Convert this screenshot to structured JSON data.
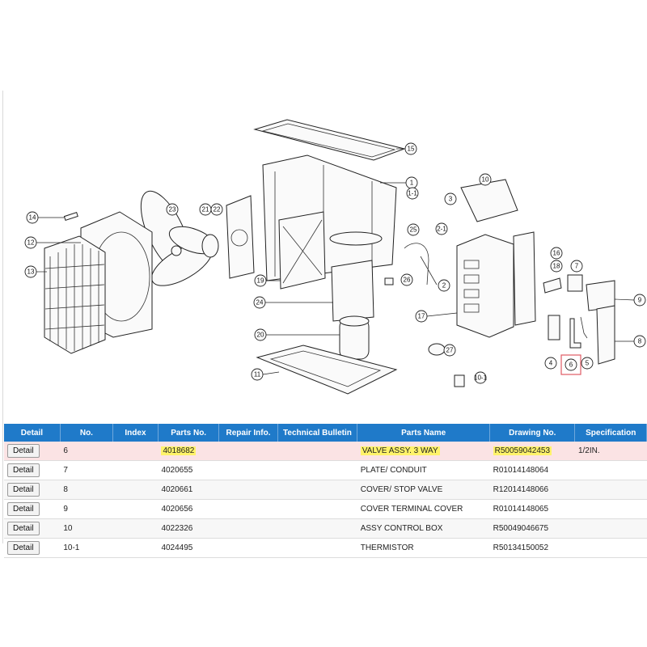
{
  "diagram": {
    "callouts": [
      {
        "label": "15"
      },
      {
        "label": "1"
      },
      {
        "label": "10"
      },
      {
        "label": "1-1"
      },
      {
        "label": "3"
      },
      {
        "label": "2-1"
      },
      {
        "label": "23"
      },
      {
        "label": "21"
      },
      {
        "label": "22"
      },
      {
        "label": "14"
      },
      {
        "label": "12"
      },
      {
        "label": "13"
      },
      {
        "label": "25"
      },
      {
        "label": "19"
      },
      {
        "label": "2"
      },
      {
        "label": "26"
      },
      {
        "label": "16"
      },
      {
        "label": "18"
      },
      {
        "label": "7"
      },
      {
        "label": "9"
      },
      {
        "label": "24"
      },
      {
        "label": "17"
      },
      {
        "label": "20"
      },
      {
        "label": "27"
      },
      {
        "label": "8"
      },
      {
        "label": "4"
      },
      {
        "label": "6"
      },
      {
        "label": "5"
      },
      {
        "label": "11"
      },
      {
        "label": "10-1"
      }
    ]
  },
  "table": {
    "headers": [
      "Detail",
      "No.",
      "Index",
      "Parts No.",
      "Repair Info.",
      "Technical Bulletin",
      "Parts Name",
      "Drawing No.",
      "Specification"
    ],
    "detail_label": "Detail",
    "rows": [
      {
        "no": "6",
        "index": "",
        "parts_no": "4018682",
        "repair": "",
        "bulletin": "",
        "name": "VALVE ASSY. 3 WAY",
        "drawing": "R50059042453",
        "spec": "1/2IN."
      },
      {
        "no": "7",
        "index": "",
        "parts_no": "4020655",
        "repair": "",
        "bulletin": "",
        "name": "PLATE/ CONDUIT",
        "drawing": "R01014148064",
        "spec": ""
      },
      {
        "no": "8",
        "index": "",
        "parts_no": "4020661",
        "repair": "",
        "bulletin": "",
        "name": "COVER/ STOP VALVE",
        "drawing": "R12014148066",
        "spec": ""
      },
      {
        "no": "9",
        "index": "",
        "parts_no": "4020656",
        "repair": "",
        "bulletin": "",
        "name": "COVER TERMINAL COVER",
        "drawing": "R01014148065",
        "spec": ""
      },
      {
        "no": "10",
        "index": "",
        "parts_no": "4022326",
        "repair": "",
        "bulletin": "",
        "name": "ASSY CONTROL BOX",
        "drawing": "R50049046675",
        "spec": ""
      },
      {
        "no": "10-1",
        "index": "",
        "parts_no": "4024495",
        "repair": "",
        "bulletin": "",
        "name": "THERMISTOR",
        "drawing": "R50134150052",
        "spec": ""
      }
    ]
  },
  "colors": {
    "header_bg": "#1f7ac9",
    "selected_row_bg": "#fbe3e4",
    "highlight": "#fff36a",
    "selection_box": "#e05a63"
  }
}
